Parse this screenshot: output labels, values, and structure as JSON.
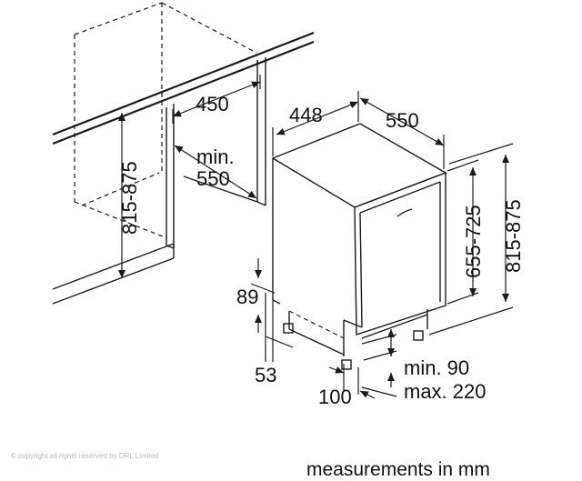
{
  "diagram": {
    "dimensions": {
      "niche_width": "450",
      "appliance_width": "448",
      "appliance_depth": "550",
      "niche_min_depth_label": "min.",
      "niche_min_depth_value": "550",
      "niche_height_range": "815-875",
      "appliance_height_range": "815-875",
      "door_height_range": "655-725",
      "plinth_height": "89",
      "foot_height": "53",
      "toe_depth": "100",
      "plinth_min": "min. 90",
      "plinth_max": "max. 220"
    },
    "copyright": "© copyright all rights reserved by DRL Limited",
    "units_note": "measurements in mm"
  }
}
